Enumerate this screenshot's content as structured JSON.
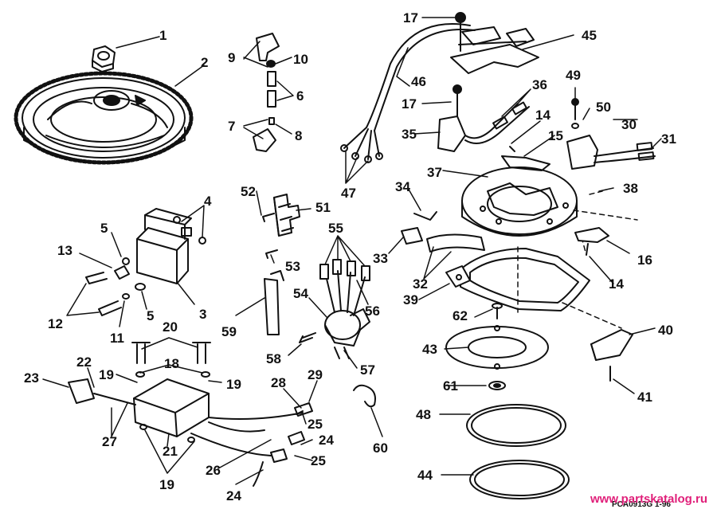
{
  "diagram": {
    "callouts": [
      "1",
      "2",
      "3",
      "4",
      "5",
      "5",
      "6",
      "7",
      "8",
      "9",
      "10",
      "11",
      "12",
      "13",
      "14",
      "14",
      "15",
      "16",
      "17",
      "17",
      "18",
      "19",
      "19",
      "19",
      "20",
      "21",
      "22",
      "23",
      "24",
      "24",
      "25",
      "25",
      "26",
      "27",
      "28",
      "29",
      "30",
      "31",
      "32",
      "33",
      "34",
      "35",
      "36",
      "37",
      "38",
      "39",
      "40",
      "41",
      "43",
      "44",
      "45",
      "46",
      "47",
      "48",
      "49",
      "50",
      "51",
      "52",
      "53",
      "54",
      "55",
      "56",
      "57",
      "58",
      "59",
      "60",
      "61",
      "62"
    ],
    "drawing_code": "PCA0913G",
    "drawing_date": "1-96"
  },
  "watermark": "www.partskatalog.ru",
  "colors": {
    "line": "#111111",
    "watermark": "#e0207a"
  }
}
